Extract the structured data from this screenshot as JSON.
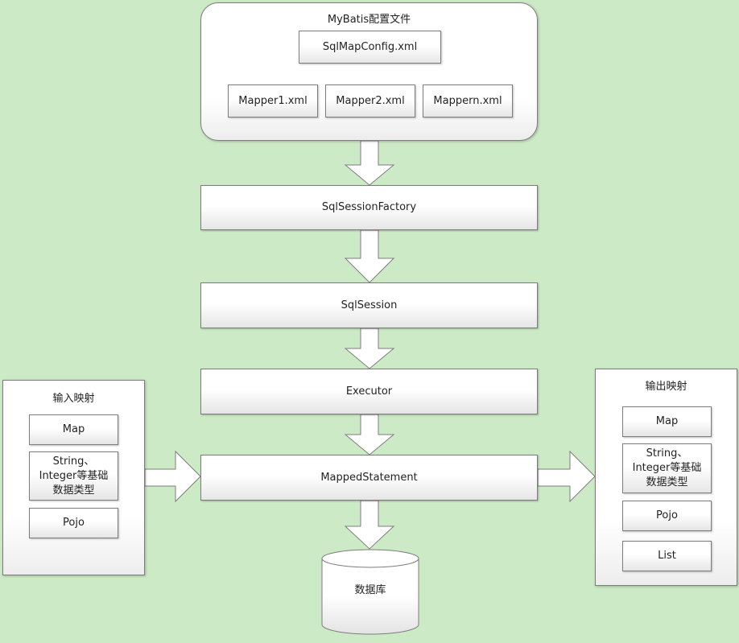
{
  "config": {
    "title": "MyBatis配置文件",
    "sqlmapconfig": "SqlMapConfig.xml",
    "mappers": [
      "Mapper1.xml",
      "Mapper2.xml",
      "Mappern.xml"
    ]
  },
  "flow": {
    "factory": "SqlSessionFactory",
    "session": "SqlSession",
    "executor": "Executor",
    "mapped_statement": "MappedStatement",
    "database": "数据库"
  },
  "input_mapping": {
    "title": "输入映射",
    "items": [
      "Map",
      "String、",
      "Integer等基础",
      "数据类型",
      "Pojo"
    ]
  },
  "output_mapping": {
    "title": "输出映射",
    "items": [
      "Map",
      "String、",
      "Integer等基础",
      "数据类型",
      "Pojo",
      "List"
    ]
  },
  "colors": {
    "background": "#cdeac6",
    "border": "#7d7d7d"
  }
}
